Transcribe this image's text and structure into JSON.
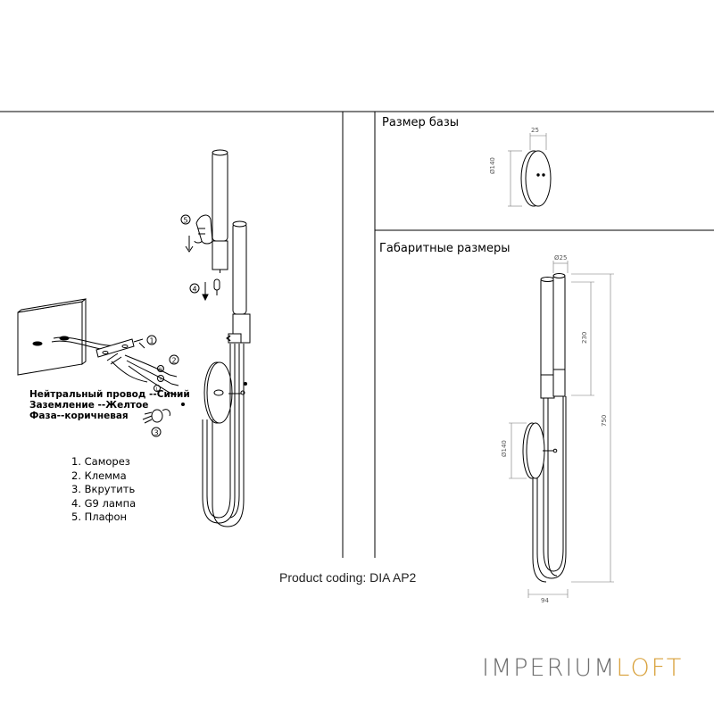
{
  "panels": {
    "base_size_title": "Размер базы",
    "overall_dims_title": "Габаритные размеры"
  },
  "base_drawing": {
    "depth": "25",
    "diameter": "Ø140"
  },
  "overall_drawing": {
    "tube_diameter": "Ø25",
    "shade_length": "230",
    "total_height": "750",
    "base_diameter": "Ø140",
    "width": "94"
  },
  "wiring": {
    "neutral": "Нейтральный провод --Синий",
    "ground": "Заземление --Желтое",
    "phase": "Фаза--коричневая"
  },
  "terminal_letters": {
    "n": "N",
    "ground": "⏚",
    "l": "L"
  },
  "steps": {
    "s1": "1",
    "s2": "2",
    "s3": "3",
    "s4": "4",
    "s5": "5"
  },
  "parts_list": [
    "1. Саморез",
    "2. Клемма",
    "3. Вкрутить",
    "4. G9 лампа",
    "5. Плафон"
  ],
  "product_coding": "Product coding: DIA AP2",
  "brand": {
    "part1": "IMPERIUM",
    "part2": "LOFT"
  },
  "colors": {
    "line": "#000000",
    "dim_line": "#777777",
    "brand_grey": "#6f6f6f",
    "brand_gold": "#d9a23d"
  }
}
